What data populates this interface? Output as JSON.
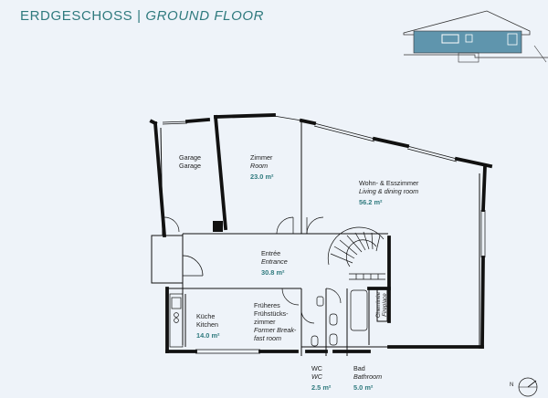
{
  "header": {
    "title_de": "ERDGESCHOSS",
    "separator": "|",
    "title_en": "GROUND FLOOR"
  },
  "colors": {
    "accent": "#2f7a7e",
    "wall": "#111111",
    "background": "#eef3f9",
    "house_highlight": "#5f95ad"
  },
  "rooms": {
    "garage": {
      "de": "Garage",
      "en": "Garage"
    },
    "zimmer": {
      "de": "Zimmer",
      "en": "Room",
      "area": "23.0 m²"
    },
    "living": {
      "de": "Wohn- & Esszimmer",
      "en": "Living & dining room",
      "area": "56.2 m²"
    },
    "entree": {
      "de": "Entrée",
      "en": "Entrance",
      "area": "30.8 m²"
    },
    "breakfast": {
      "de1": "Früheres",
      "de2": "Frühstücks-",
      "de3": "zimmer",
      "en1": "Former Break-",
      "en2": "fast room"
    },
    "kueche": {
      "de": "Küche",
      "en": "Kitchen",
      "area": "14.0 m²"
    },
    "wc": {
      "de": "WC",
      "en": "WC",
      "area": "2.5 m²"
    },
    "bad": {
      "de": "Bad",
      "en": "Bathroom",
      "area": "5.0 m²"
    },
    "fireplace": {
      "de": "Cheminée",
      "en": "Fireplace"
    }
  },
  "compass": {
    "north": "N"
  }
}
